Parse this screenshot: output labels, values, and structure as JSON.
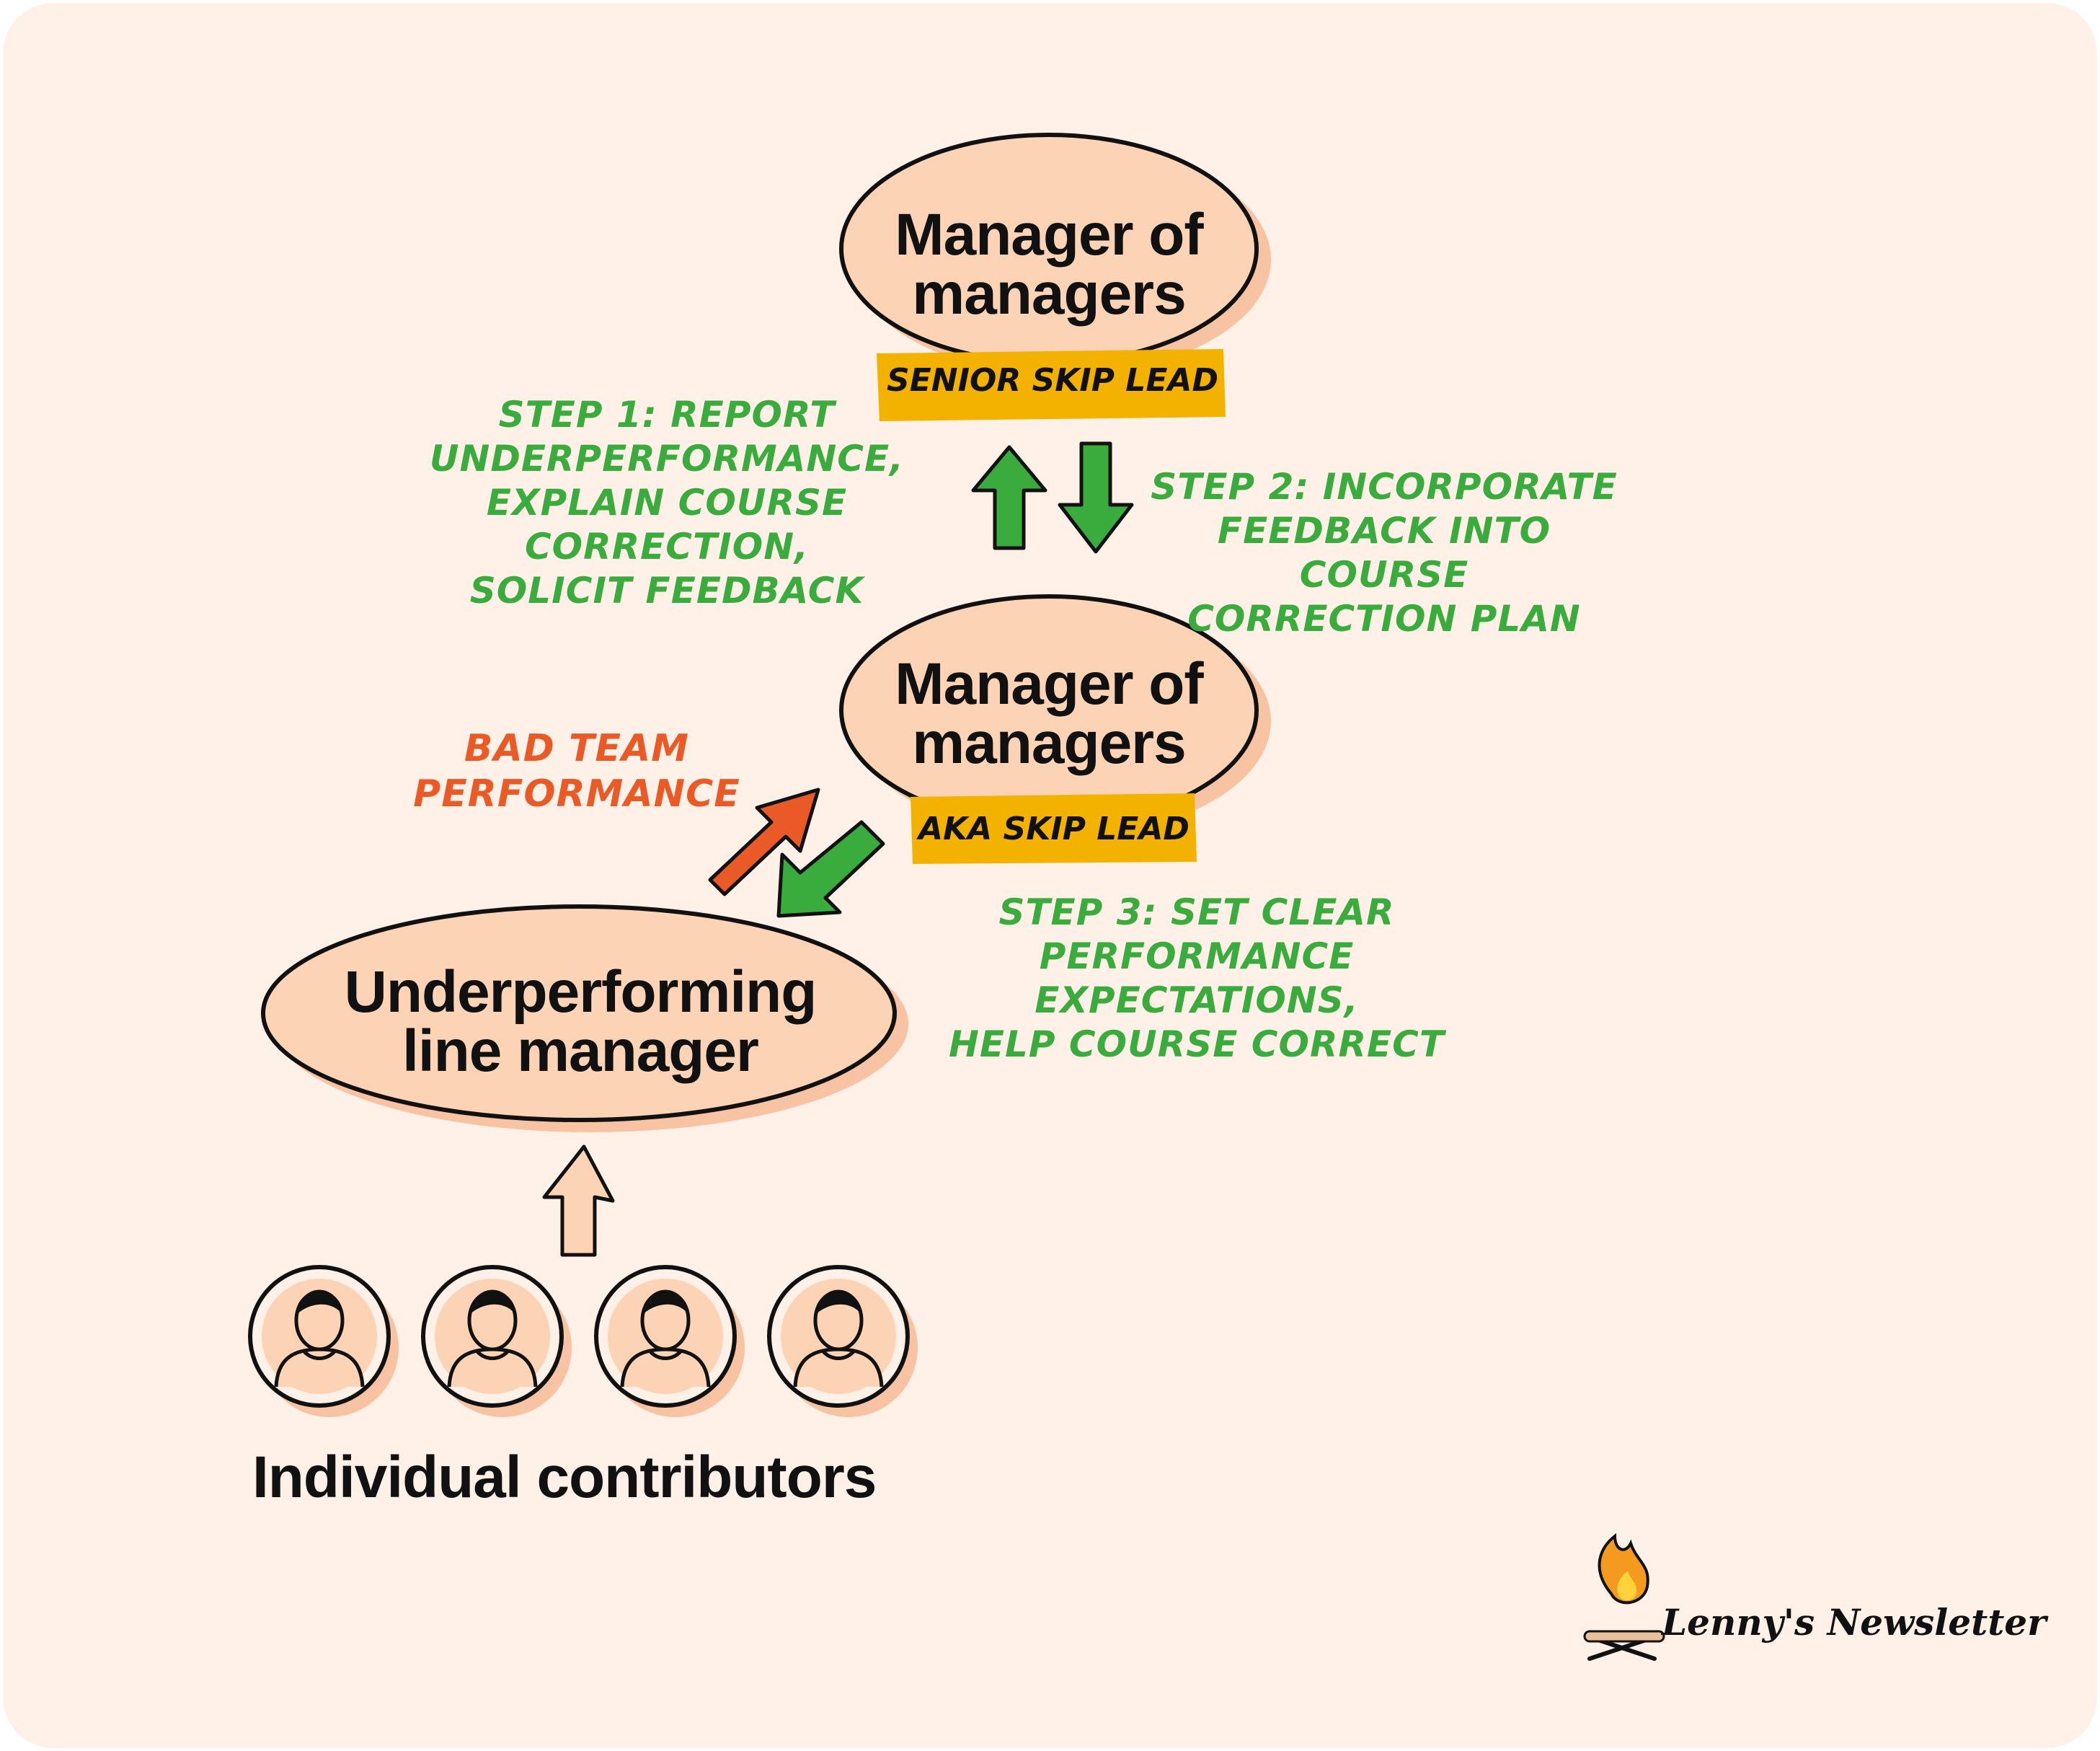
{
  "colors": {
    "background": "#fff1e8",
    "node_fill": "#fcd3b5",
    "node_shadow": "#f8c3a2",
    "tag_fill": "#f3b200",
    "green": "#3aac3d",
    "red": "#ea5a26",
    "ink": "#111111"
  },
  "nodes": {
    "senior": {
      "title": "Manager of\nmanagers",
      "tag": "SENIOR SKIP LEAD"
    },
    "skip": {
      "title": "Manager of\nmanagers",
      "tag": "AKA SKIP LEAD"
    },
    "line": {
      "title": "Underperforming\nline manager"
    }
  },
  "steps": {
    "step1": "STEP 1: REPORT\nUNDERPERFORMANCE,\nEXPLAIN COURSE CORRECTION,\nSOLICIT FEEDBACK",
    "step2": "STEP 2: INCORPORATE\nFEEDBACK INTO COURSE\nCORRECTION PLAN",
    "step3": "STEP 3: SET CLEAR\nPERFORMANCE EXPECTATIONS,\nHELP COURSE CORRECT",
    "bad": "BAD TEAM\nPERFORMANCE"
  },
  "footer": {
    "contributors_label": "Individual contributors",
    "brand": "Lenny's Newsletter"
  },
  "icons": [
    "person-icon",
    "arrow-up-icon",
    "arrow-down-icon",
    "campfire-icon"
  ]
}
